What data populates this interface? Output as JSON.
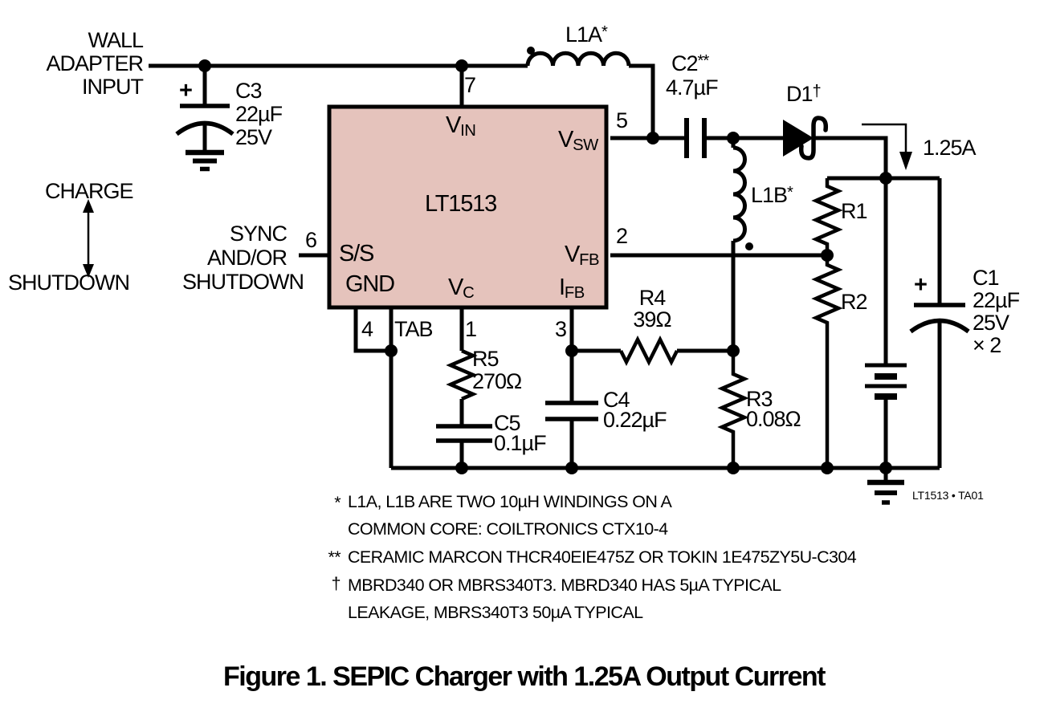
{
  "figure": {
    "caption": "Figure 1. SEPIC Charger with 1.25A Output Current",
    "tag": "LT1513 • TA01"
  },
  "input": {
    "lines": [
      "WALL",
      "ADAPTER",
      "INPUT"
    ]
  },
  "mode": {
    "charge": "CHARGE",
    "shutdown": "SHUTDOWN"
  },
  "sync": {
    "lines": [
      "SYNC",
      "AND/OR",
      "SHUTDOWN"
    ]
  },
  "output": {
    "current": "1.25A"
  },
  "ic": {
    "part": "LT1513",
    "pins": {
      "vin": {
        "base": "V",
        "sub": "IN",
        "num": "7"
      },
      "vsw": {
        "base": "V",
        "sub": "SW",
        "num": "5"
      },
      "ss": {
        "base": "S/S",
        "num": "6"
      },
      "vfb": {
        "base": "V",
        "sub": "FB",
        "num": "2"
      },
      "gnd": {
        "base": "GND",
        "num": "4"
      },
      "tab": {
        "base": "TAB"
      },
      "vc": {
        "base": "V",
        "sub": "C",
        "num": "1"
      },
      "ifb": {
        "base": "I",
        "sub": "FB",
        "num": "3"
      }
    }
  },
  "components": {
    "c3": {
      "ref": "C3",
      "value": "22µF",
      "rating": "25V",
      "polarity": "+"
    },
    "c2": {
      "ref": "C2",
      "sup": "**",
      "value": "4.7µF"
    },
    "c1": {
      "ref": "C1",
      "value": "22µF",
      "rating": "25V",
      "qty": "× 2",
      "polarity": "+"
    },
    "c4": {
      "ref": "C4",
      "value": "0.22µF"
    },
    "c5": {
      "ref": "C5",
      "value": "0.1µF"
    },
    "r1": {
      "ref": "R1"
    },
    "r2": {
      "ref": "R2"
    },
    "r3": {
      "ref": "R3",
      "value": "0.08Ω"
    },
    "r4": {
      "ref": "R4",
      "value": "39Ω"
    },
    "r5": {
      "ref": "R5",
      "value": "270Ω"
    },
    "l1a": {
      "ref": "L1A",
      "sup": "*"
    },
    "l1b": {
      "ref": "L1B",
      "sup": "*"
    },
    "d1": {
      "ref": "D1",
      "sup": "†"
    }
  },
  "notes": [
    {
      "marker": "*",
      "lines": [
        "L1A, L1B ARE TWO 10µH WINDINGS ON A",
        "COMMON CORE: COILTRONICS CTX10-4"
      ]
    },
    {
      "marker": "**",
      "lines": [
        "CERAMIC MARCON THCR40EIE475Z OR TOKIN 1E475ZY5U-C304"
      ]
    },
    {
      "marker": "†",
      "lines": [
        "MBRD340 OR MBRS340T3. MBRD340 HAS 5µA TYPICAL",
        "LEAKAGE, MBRS340T3 50µA TYPICAL"
      ]
    }
  ],
  "colors": {
    "ic_fill": "#e5c3bc",
    "line": "#000000",
    "background": "#ffffff"
  }
}
